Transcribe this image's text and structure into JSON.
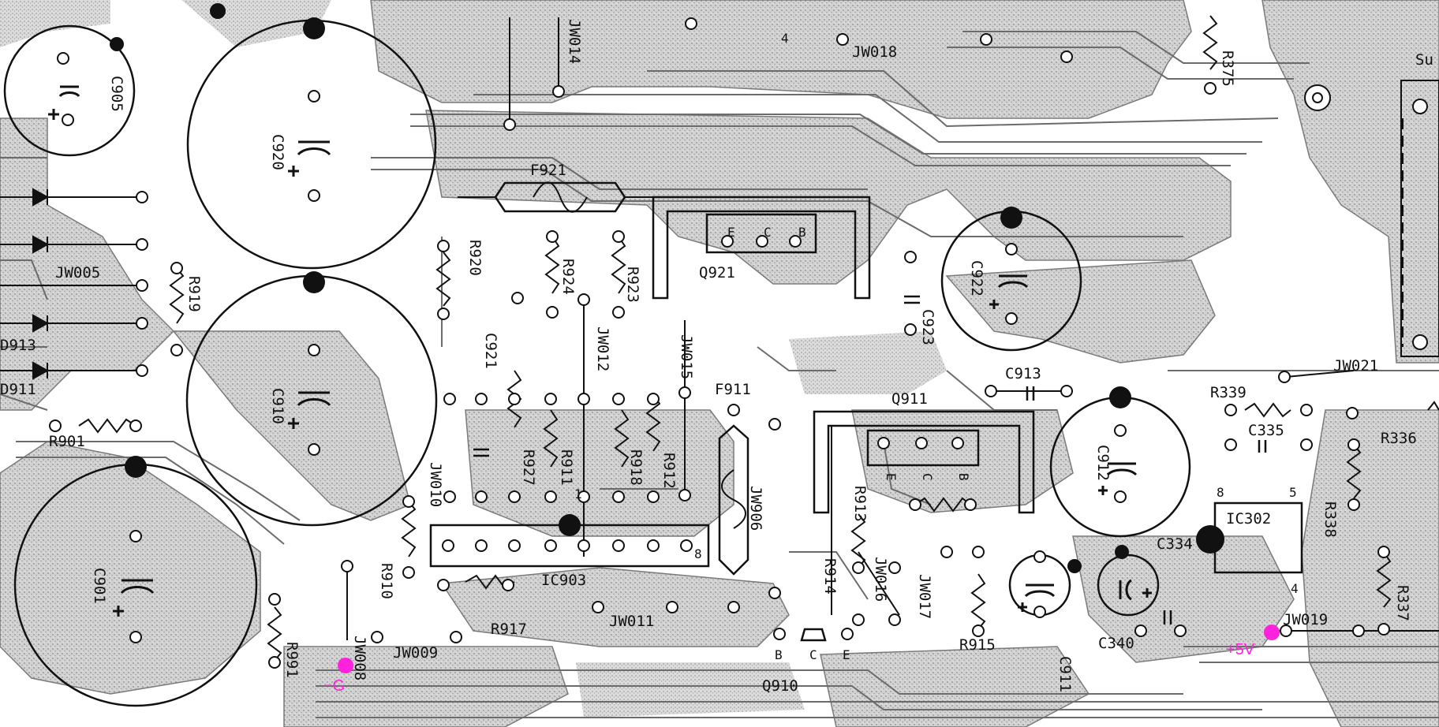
{
  "colors": {
    "background": "#ffffff",
    "copper_fill": "#c9c9c9",
    "trace_line": "#6b6b6b",
    "component_outline": "#111111",
    "probe_marker": "#ff22dd"
  },
  "labels": {
    "C905": "C905",
    "C920": "C920",
    "C910": "C910",
    "C901": "C901",
    "C921": "C921",
    "C922": "C922",
    "C923": "C923",
    "C912": "C912",
    "C913": "C913",
    "C911": "C911",
    "C334": "C334",
    "C335": "C335",
    "C340": "C340",
    "F921": "F921",
    "F911": "F911",
    "Q921": "Q921",
    "Q911": "Q911",
    "Q910": "Q910",
    "IC903": "IC903",
    "IC302": "IC302",
    "R919": "R919",
    "R920": "R920",
    "R924": "R924",
    "R923": "R923",
    "R901": "R901",
    "R927": "R927",
    "R911": "R911",
    "R918": "R918",
    "R912": "R912",
    "R913": "R913",
    "R914": "R914",
    "R915": "R915",
    "R917": "R917",
    "R910": "R910",
    "R991": "R991",
    "R339": "R339",
    "R336": "R336",
    "R338": "R338",
    "R337": "R337",
    "R375": "R375",
    "JW005": "JW005",
    "JW008": "JW008",
    "JW009": "JW009",
    "JW010": "JW010",
    "JW011": "JW011",
    "JW012": "JW012",
    "JW015": "JW015",
    "JW016": "JW016",
    "JW017": "JW017",
    "JW018": "JW018",
    "JW019": "JW019",
    "JW021": "JW021",
    "JW906": "JW906",
    "JW014": "JW014",
    "D913": "D913",
    "D911": "D911",
    "pin_E": "E",
    "pin_C": "C",
    "pin_B": "B",
    "pin_8": "8",
    "pin_1": "1",
    "pin_4": "4",
    "pin_5": "5",
    "edge_su": "Su"
  },
  "probes": {
    "ground": "−G",
    "plus5v": "+5V"
  }
}
